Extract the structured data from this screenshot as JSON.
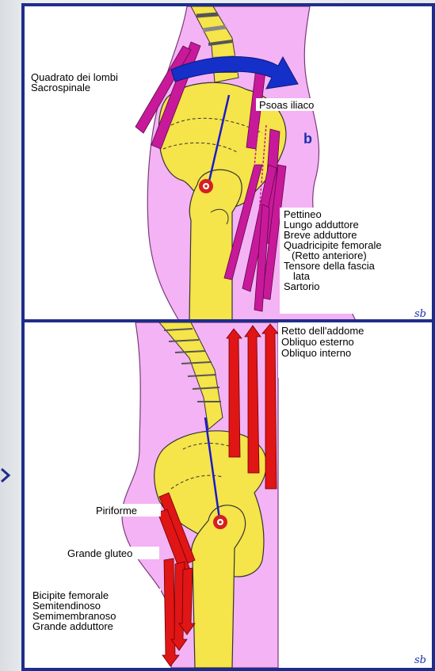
{
  "top_panel": {
    "labels": {
      "quadrato": "Quadrato dei lombi",
      "sacrospinale": "Sacrospinale",
      "psoas": "Psoas iliaco",
      "panel_letter": "b",
      "pettineo": "Pettineo",
      "lungo": "Lungo adduttore",
      "breve": "Breve adduttore",
      "quadricipite": "Quadricipite femorale",
      "retto_ant": "(Retto anteriore)",
      "tensore": "Tensore della fascia",
      "lata": "lata",
      "sartorio": "Sartorio"
    },
    "signature": "sb"
  },
  "bottom_panel": {
    "labels": {
      "retto": "Retto dell'addome",
      "obliquo_est": "Obliquo esterno",
      "obliquo_int": "Obliquo interno",
      "piriforme": "Piriforme",
      "gluteo": "Grande gluteo",
      "bicipite": "Bicipite femorale",
      "semitend": "Semitendinoso",
      "semimemb": "Semimembranoso",
      "adduttore": "Grande adduttore"
    },
    "signature": "sb"
  },
  "colors": {
    "frame": "#1f2d8a",
    "skin": "#f4b3f4",
    "bone": "#f5e44a",
    "flexor_muscle": "#c8199b",
    "extensor_muscle": "#e01515",
    "rotation_arrow": "#1530c8",
    "axis_line": "#1a1acc",
    "pivot": "#d42020"
  }
}
